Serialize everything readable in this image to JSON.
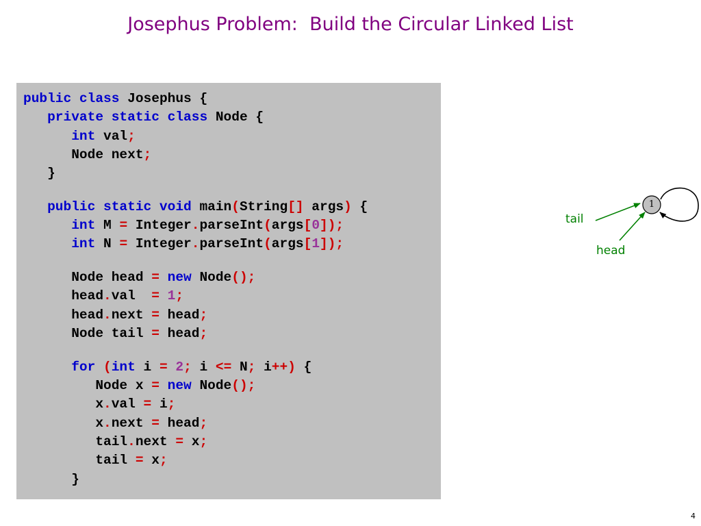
{
  "slide": {
    "title": "Josephus Problem:  Build the Circular Linked List",
    "page_number": "4"
  },
  "code": {
    "lines": [
      [
        [
          "kw",
          "public class"
        ],
        [
          "id",
          " Josephus {"
        ]
      ],
      [
        [
          "id",
          "   "
        ],
        [
          "kw",
          "private static class"
        ],
        [
          "id",
          " Node {"
        ]
      ],
      [
        [
          "id",
          "      "
        ],
        [
          "kw",
          "int"
        ],
        [
          "id",
          " val"
        ],
        [
          "op",
          ";"
        ]
      ],
      [
        [
          "id",
          "      Node next"
        ],
        [
          "op",
          ";"
        ]
      ],
      [
        [
          "id",
          "   }"
        ]
      ],
      [],
      [
        [
          "id",
          "   "
        ],
        [
          "kw",
          "public static void"
        ],
        [
          "id",
          " main"
        ],
        [
          "op",
          "("
        ],
        [
          "id",
          "String"
        ],
        [
          "op",
          "[]"
        ],
        [
          "id",
          " args"
        ],
        [
          "op",
          ")"
        ],
        [
          "id",
          " {"
        ]
      ],
      [
        [
          "id",
          "      "
        ],
        [
          "kw",
          "int"
        ],
        [
          "id",
          " M "
        ],
        [
          "op",
          "="
        ],
        [
          "id",
          " Integer"
        ],
        [
          "op",
          "."
        ],
        [
          "id",
          "parseInt"
        ],
        [
          "op",
          "("
        ],
        [
          "id",
          "args"
        ],
        [
          "op",
          "["
        ],
        [
          "num",
          "0"
        ],
        [
          "op",
          "]);"
        ]
      ],
      [
        [
          "id",
          "      "
        ],
        [
          "kw",
          "int"
        ],
        [
          "id",
          " N "
        ],
        [
          "op",
          "="
        ],
        [
          "id",
          " Integer"
        ],
        [
          "op",
          "."
        ],
        [
          "id",
          "parseInt"
        ],
        [
          "op",
          "("
        ],
        [
          "id",
          "args"
        ],
        [
          "op",
          "["
        ],
        [
          "num",
          "1"
        ],
        [
          "op",
          "]);"
        ]
      ],
      [],
      [
        [
          "id",
          "      Node head "
        ],
        [
          "op",
          "="
        ],
        [
          "id",
          " "
        ],
        [
          "kw",
          "new"
        ],
        [
          "id",
          " Node"
        ],
        [
          "op",
          "();"
        ]
      ],
      [
        [
          "id",
          "      head"
        ],
        [
          "op",
          "."
        ],
        [
          "id",
          "val  "
        ],
        [
          "op",
          "="
        ],
        [
          "id",
          " "
        ],
        [
          "num",
          "1"
        ],
        [
          "op",
          ";"
        ]
      ],
      [
        [
          "id",
          "      head"
        ],
        [
          "op",
          "."
        ],
        [
          "id",
          "next "
        ],
        [
          "op",
          "="
        ],
        [
          "id",
          " head"
        ],
        [
          "op",
          ";"
        ]
      ],
      [
        [
          "id",
          "      Node tail "
        ],
        [
          "op",
          "="
        ],
        [
          "id",
          " head"
        ],
        [
          "op",
          ";"
        ]
      ],
      [],
      [
        [
          "id",
          "      "
        ],
        [
          "kw",
          "for"
        ],
        [
          "id",
          " "
        ],
        [
          "op",
          "("
        ],
        [
          "kw",
          "int"
        ],
        [
          "id",
          " i "
        ],
        [
          "op",
          "="
        ],
        [
          "id",
          " "
        ],
        [
          "num",
          "2"
        ],
        [
          "op",
          ";"
        ],
        [
          "id",
          " i "
        ],
        [
          "op",
          "<="
        ],
        [
          "id",
          " N"
        ],
        [
          "op",
          ";"
        ],
        [
          "id",
          " i"
        ],
        [
          "op",
          "++)"
        ],
        [
          "id",
          " {"
        ]
      ],
      [
        [
          "id",
          "         Node x "
        ],
        [
          "op",
          "="
        ],
        [
          "id",
          " "
        ],
        [
          "kw",
          "new"
        ],
        [
          "id",
          " Node"
        ],
        [
          "op",
          "();"
        ]
      ],
      [
        [
          "id",
          "         x"
        ],
        [
          "op",
          "."
        ],
        [
          "id",
          "val "
        ],
        [
          "op",
          "="
        ],
        [
          "id",
          " i"
        ],
        [
          "op",
          ";"
        ]
      ],
      [
        [
          "id",
          "         x"
        ],
        [
          "op",
          "."
        ],
        [
          "id",
          "next "
        ],
        [
          "op",
          "="
        ],
        [
          "id",
          " head"
        ],
        [
          "op",
          ";"
        ]
      ],
      [
        [
          "id",
          "         tail"
        ],
        [
          "op",
          "."
        ],
        [
          "id",
          "next "
        ],
        [
          "op",
          "="
        ],
        [
          "id",
          " x"
        ],
        [
          "op",
          ";"
        ]
      ],
      [
        [
          "id",
          "         tail "
        ],
        [
          "op",
          "="
        ],
        [
          "id",
          " x"
        ],
        [
          "op",
          ";"
        ]
      ],
      [
        [
          "id",
          "      }"
        ]
      ]
    ]
  },
  "diagram": {
    "node_value": "1",
    "tail_label": "tail",
    "head_label": "head",
    "colors": {
      "pointer": "#008000",
      "node_fill": "#c0c0c0",
      "node_stroke": "#000000"
    }
  },
  "colors": {
    "title": "#800080",
    "code_background": "#c0c0c0",
    "keyword": "#0000cc",
    "operator": "#cc0000",
    "number": "#993399"
  }
}
